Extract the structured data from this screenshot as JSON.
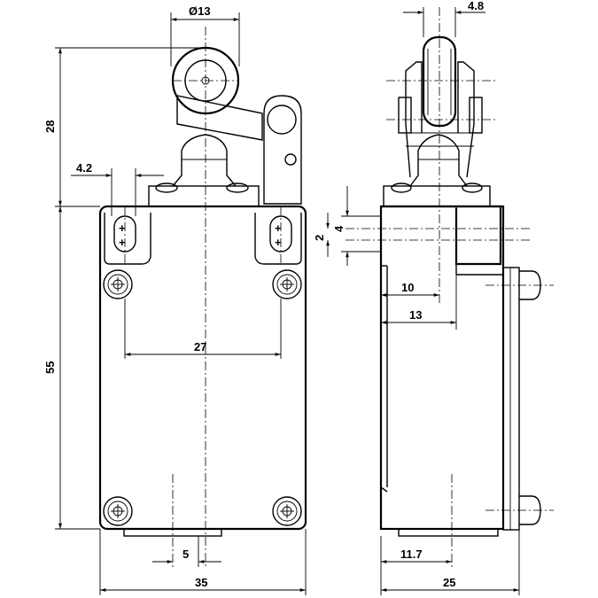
{
  "drawing": {
    "dimensions": {
      "roller_diameter": "Ø13",
      "roller_width": "4.8",
      "actuator_height": "28",
      "body_height": "55",
      "slot_spacing": "4.2",
      "slot_height": "4",
      "slot_width": "2",
      "screw_spacing": "27",
      "offset_10": "10",
      "offset_13": "13",
      "bottom_offset": "5",
      "side_offset": "11.7",
      "body_width": "35",
      "body_depth": "25"
    }
  }
}
